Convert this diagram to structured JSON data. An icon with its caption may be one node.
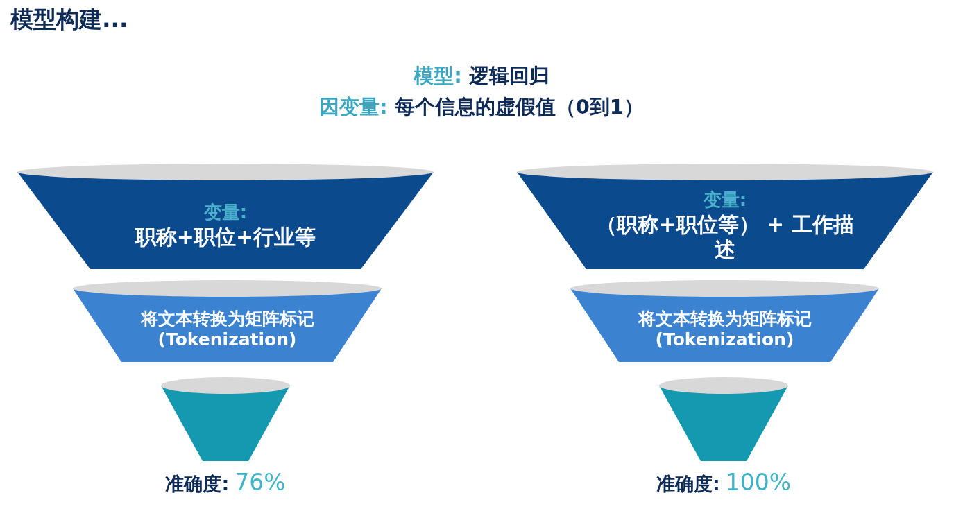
{
  "diagram": {
    "title": "模型构建...",
    "nodes": [
      {
        "text": [
          "变量:",
          "职称+职位+行业等"
        ]
      },
      {
        "text": [
          "将文本转换为矩阵标记 (Tokenization)"
        ]
      },
      {
        "text": [],
        "shape": "funnel",
        "beside": [
          "准确度:",
          "76%"
        ]
      },
      {
        "text": [
          "变量:",
          "（职称+职位等） + 工作描述"
        ]
      },
      {
        "text": [
          "将文本转换为矩阵标记 (Tokenization)"
        ]
      },
      {
        "text": [],
        "shape": "funnel",
        "beside": [
          "准确度:",
          "100%"
        ]
      }
    ],
    "labels": [
      "模型:",
      "逻辑回归",
      "因变量:",
      "每个信息的虚假值（0到1）"
    ]
  }
}
